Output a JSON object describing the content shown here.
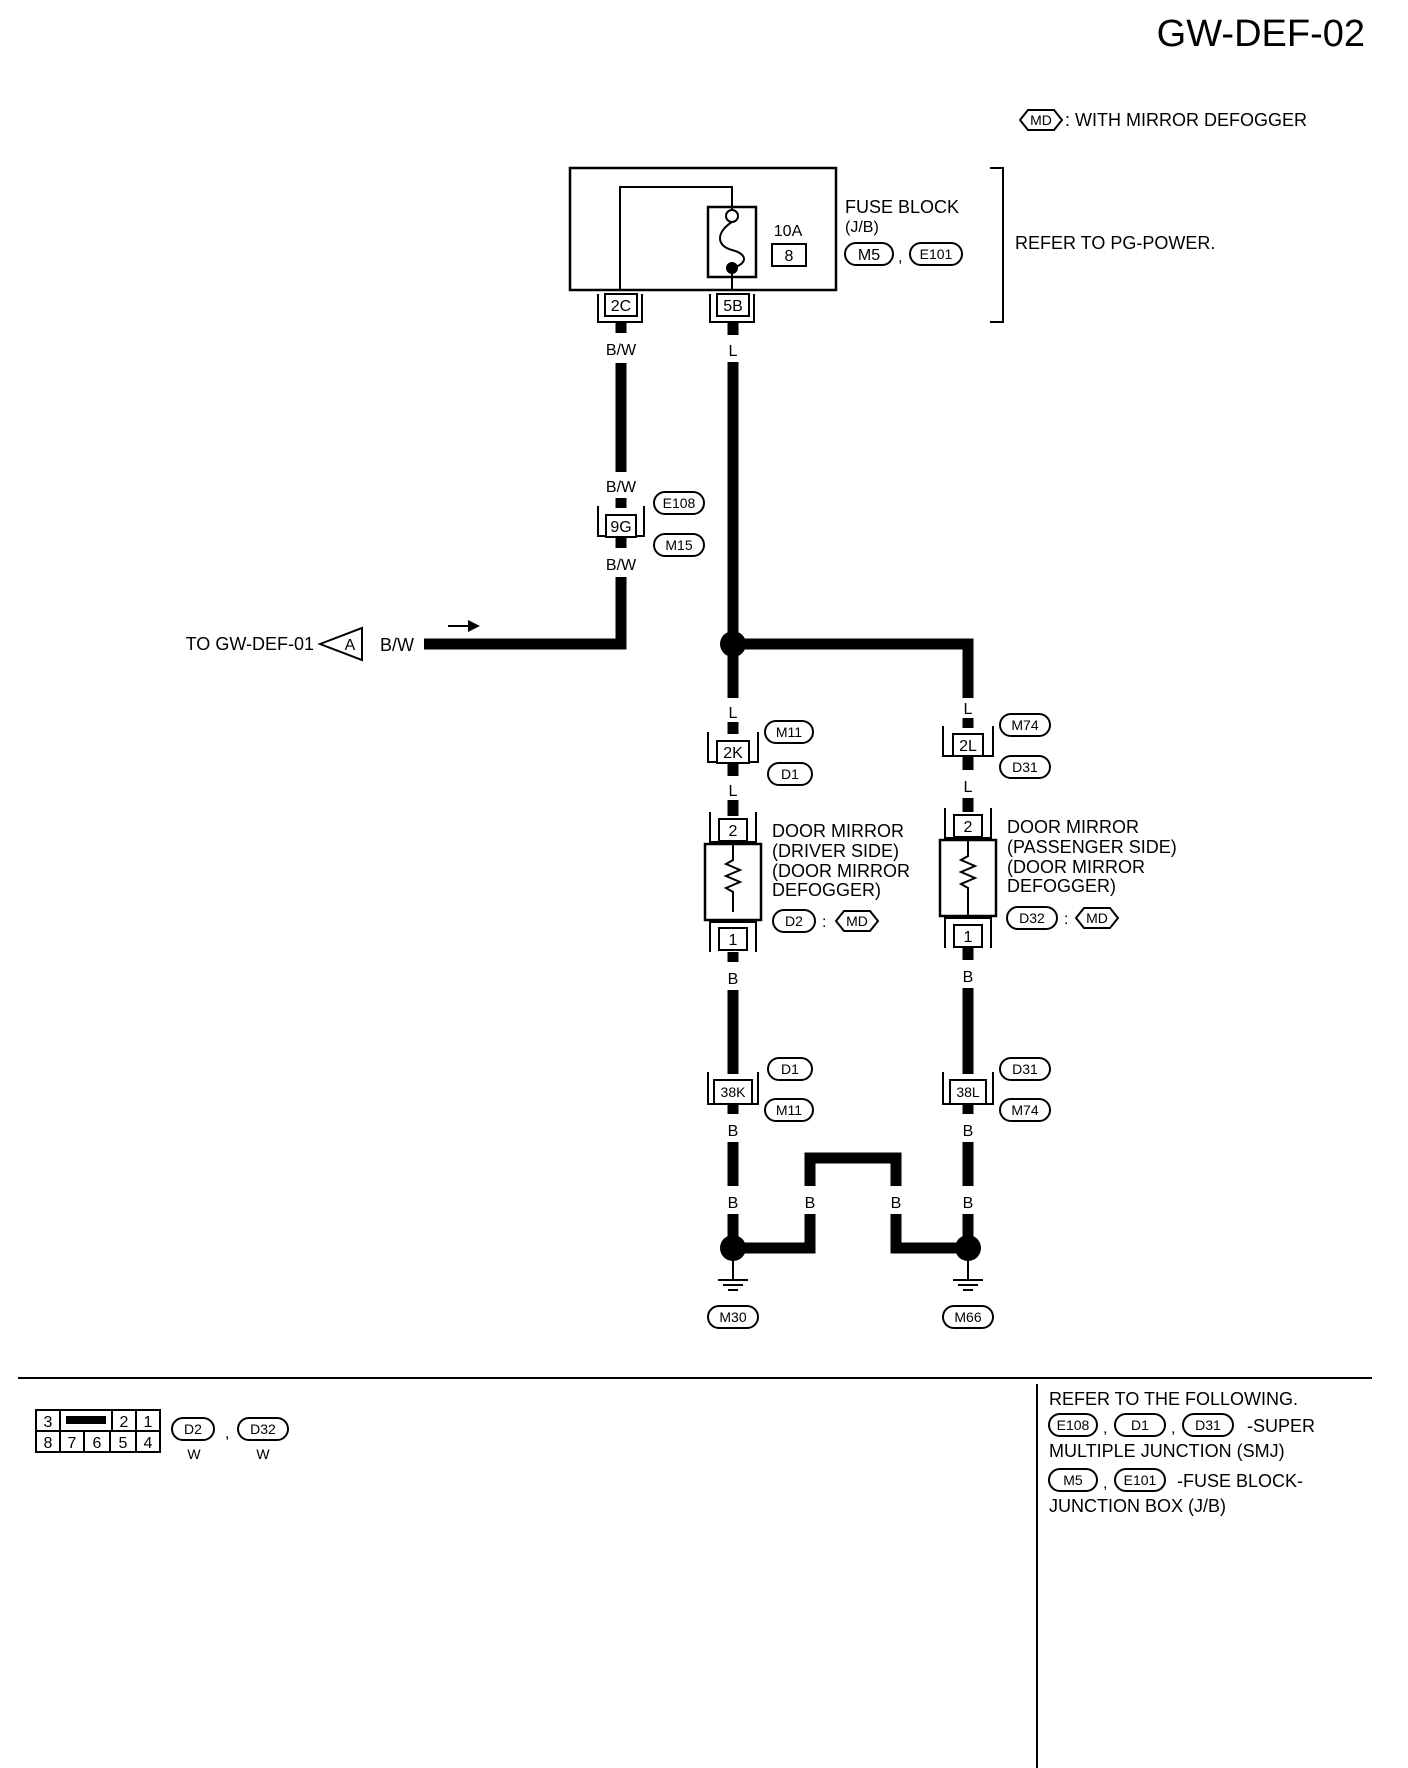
{
  "header": {
    "page_code": "GW-DEF-02"
  },
  "legend": {
    "md_badge": "MD",
    "md_text": ": WITH MIRROR DEFOGGER"
  },
  "fuse_block": {
    "label_line1": "FUSE BLOCK",
    "label_line2": "(J/B)",
    "rating": "10A",
    "fuse_no": "8",
    "conn_1": "M5",
    "conn_2": "E101",
    "comma": ",",
    "refer": "REFER TO PG-POWER.",
    "terminal_left": "2C",
    "terminal_right": "5B"
  },
  "wires": {
    "bw": "B/W",
    "l": "L",
    "b": "B"
  },
  "junction_9g": {
    "terminal": "9G",
    "conn_top": "E108",
    "conn_bottom": "M15"
  },
  "off_page": {
    "text": "TO GW-DEF-01",
    "marker": "A"
  },
  "driver": {
    "junction_terminal": "2K",
    "junction_top": "M11",
    "junction_bottom": "D1",
    "pin_top": "2",
    "pin_bottom": "1",
    "label_lines": [
      "DOOR MIRROR",
      "(DRIVER SIDE)",
      "(DOOR MIRROR",
      " DEFOGGER)"
    ],
    "conn": "D2",
    "colon": ":",
    "ground_terminal": "38K",
    "ground_j_top": "D1",
    "ground_j_bottom": "M11",
    "ground": "M30"
  },
  "passenger": {
    "junction_terminal": "2L",
    "junction_top": "M74",
    "junction_bottom": "D31",
    "pin_top": "2",
    "pin_bottom": "1",
    "label_lines": [
      "DOOR MIRROR",
      "(PASSENGER SIDE)",
      "(DOOR MIRROR",
      " DEFOGGER)"
    ],
    "conn": "D32",
    "colon": ":",
    "ground_terminal": "38L",
    "ground_j_top": "D31",
    "ground_j_bottom": "M74",
    "ground": "M66"
  },
  "connector_face": {
    "top_row": [
      "3",
      "2",
      "1"
    ],
    "bottom_row": [
      "8",
      "7",
      "6",
      "5",
      "4"
    ],
    "conn_1": "D2",
    "conn_2": "D32",
    "color_1": "W",
    "color_2": "W",
    "comma": ","
  },
  "refer_box": {
    "line1": "REFER TO THE FOLLOWING.",
    "conns_1": [
      "E108",
      "D1",
      "D31"
    ],
    "text_1": "-SUPER",
    "line_2": "MULTIPLE JUNCTION (SMJ)",
    "conns_2": [
      "M5",
      "E101"
    ],
    "text_2": "-FUSE BLOCK-",
    "line_4": "JUNCTION BOX (J/B)",
    "comma": ","
  }
}
